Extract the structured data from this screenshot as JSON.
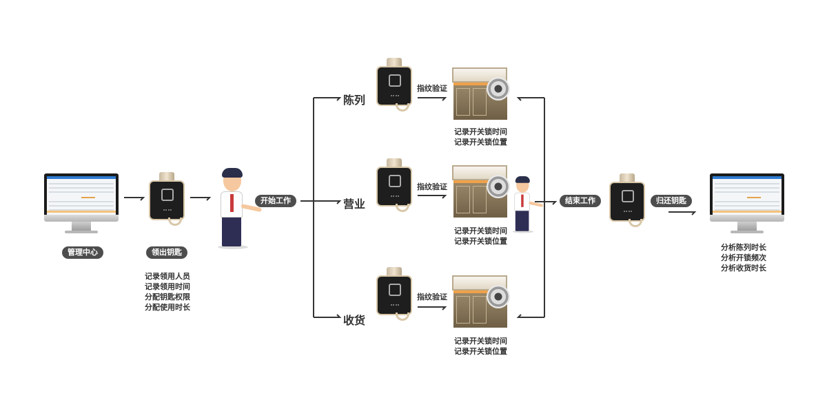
{
  "diagram": {
    "stages": {
      "management_center": {
        "label": "管理中心"
      },
      "take_key": {
        "label": "领出钥匙",
        "notes": [
          "记录领用人员",
          "记录领用时间",
          "分配钥匙权限",
          "分配使用时长"
        ]
      },
      "start_work": {
        "label": "开始工作"
      },
      "end_work": {
        "label": "结束工作"
      },
      "return_key": {
        "label": "归还钥匙",
        "notes": [
          "分析陈列时长",
          "分析开锁频次",
          "分析收货时长"
        ]
      }
    },
    "branches": [
      {
        "label": "陈列",
        "verify_label": "指纹验证",
        "notes": [
          "记录开关锁时间",
          "记录开关锁位置"
        ]
      },
      {
        "label": "营业",
        "verify_label": "指纹验证",
        "notes": [
          "记录开关锁时间",
          "记录开关锁位置"
        ]
      },
      {
        "label": "收货",
        "verify_label": "指纹验证",
        "notes": [
          "记录开关锁时间",
          "记录开关锁位置"
        ]
      }
    ],
    "icons": {
      "monitor": "monitor-icon",
      "key_device": "fingerprint-key-icon",
      "person": "staff-person-icon",
      "cabinet": "display-cabinet-lock-icon"
    },
    "colors": {
      "pill_bg": "#4d4d4d",
      "pill_text": "#ffffff",
      "line": "#333333",
      "text": "#333333"
    }
  }
}
